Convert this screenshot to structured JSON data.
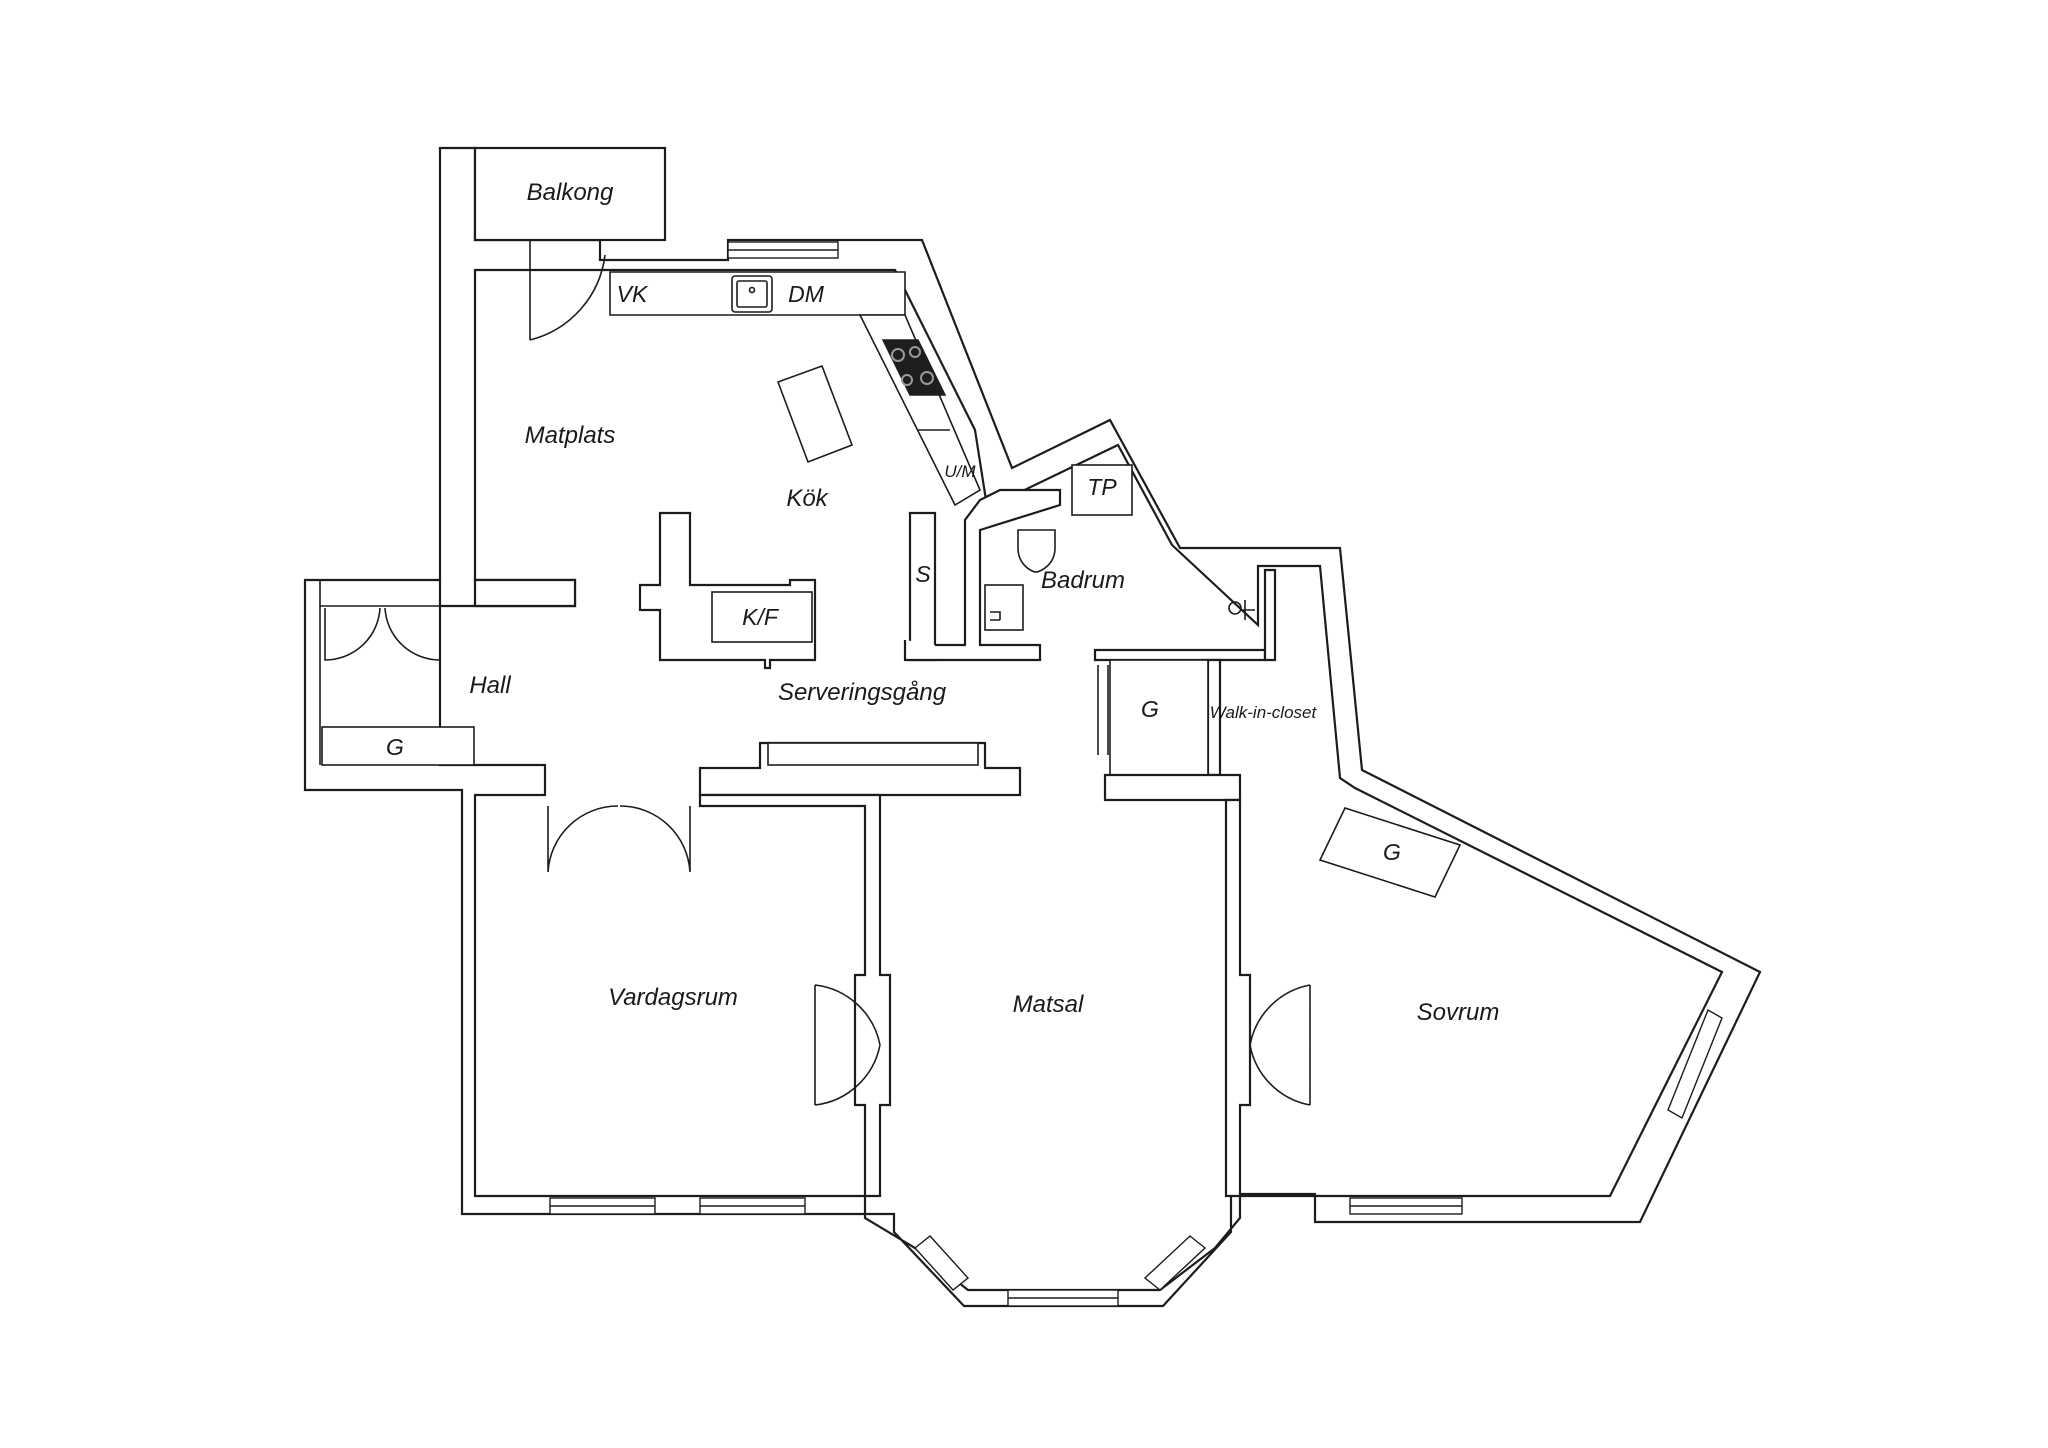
{
  "plan": {
    "rooms": {
      "balkong": "Balkong",
      "matplats": "Matplats",
      "kok": "Kök",
      "hall": "Hall",
      "serveringsgang": "Serveringsgång",
      "badrum": "Badrum",
      "walkin": "Walk-in-closet",
      "vardagsrum": "Vardagsrum",
      "matsal": "Matsal",
      "sovrum": "Sovrum"
    },
    "fixtures": {
      "vk": "VK",
      "dm": "DM",
      "um": "U/M",
      "s": "S",
      "kf": "K/F",
      "tp": "TP",
      "g_hall": "G",
      "g_closet": "G",
      "g_bedroom": "G"
    }
  }
}
